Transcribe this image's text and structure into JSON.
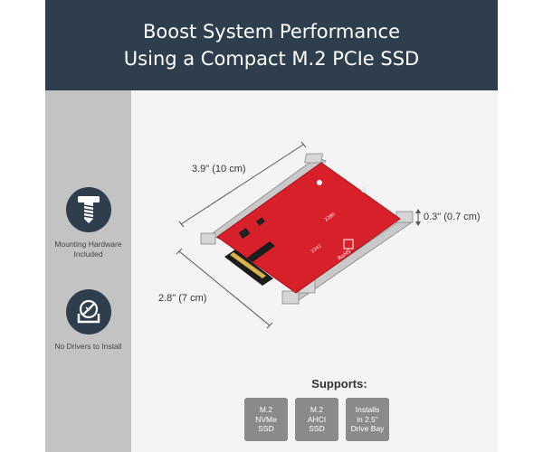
{
  "header": {
    "line1": "Boost System Performance",
    "line2": "Using a Compact M.2 PCIe SSD"
  },
  "features": [
    {
      "icon": "screw-icon",
      "caption_line1": "Mounting Hardware",
      "caption_line2": "Included"
    },
    {
      "icon": "no-driver-icon",
      "caption_line1": "No Drivers to Install",
      "caption_line2": ""
    }
  ],
  "dimensions": {
    "length": "3.9\" (10 cm)",
    "width": "2.8\" (7 cm)",
    "height": "0.3\" (0.7 cm)"
  },
  "supports": {
    "title": "Supports:",
    "items": [
      {
        "line1": "M.2",
        "line2": "NVMe",
        "line3": "SSD"
      },
      {
        "line1": "M.2",
        "line2": "AHCI",
        "line3": "SSD"
      },
      {
        "line1": "Installs",
        "line2": "in 2.5\"",
        "line3": "Drive Bay"
      }
    ]
  },
  "colors": {
    "header_bg": "#2f3e4c",
    "sidebar_bg": "#c3c3c3",
    "board_red": "#d8202b",
    "badge_gray": "#8a8a8a"
  }
}
